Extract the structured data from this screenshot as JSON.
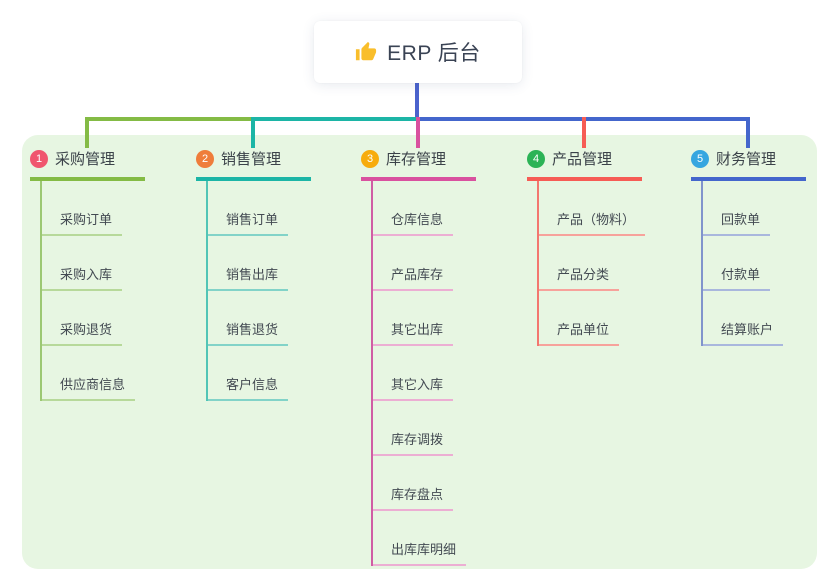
{
  "root": {
    "label": "ERP 后台",
    "icon": "thumbs-up",
    "icon_color": "#f9be2b"
  },
  "panel": {
    "background": "#e7f6e2"
  },
  "trunk": {
    "root_line_color": "#4b63cd"
  },
  "columns": [
    {
      "num": "1",
      "title": "采购管理",
      "badge_color": "#f0566e",
      "line_color": "#84bb45",
      "stem_color": "#9cc873",
      "item_line_color": "#b7d99a",
      "items": [
        "采购订单",
        "采购入库",
        "采购退货",
        "供应商信息"
      ]
    },
    {
      "num": "2",
      "title": "销售管理",
      "badge_color": "#ef7d3b",
      "line_color": "#1cb5a6",
      "stem_color": "#52c5b6",
      "item_line_color": "#82d3c8",
      "items": [
        "销售订单",
        "销售出库",
        "销售退货",
        "客户信息"
      ]
    },
    {
      "num": "3",
      "title": "库存管理",
      "badge_color": "#f7ac0d",
      "line_color": "#d9519f",
      "stem_color": "#d05da4",
      "item_line_color": "#ecaed3",
      "items": [
        "仓库信息",
        "产品库存",
        "其它出库",
        "其它入库",
        "库存调拨",
        "库存盘点",
        "出库库明细"
      ]
    },
    {
      "num": "4",
      "title": "产品管理",
      "badge_color": "#2cb356",
      "line_color": "#f65c55",
      "stem_color": "#f3776f",
      "item_line_color": "#f7a29b",
      "items": [
        "产品（物料）",
        "产品分类",
        "产品单位"
      ]
    },
    {
      "num": "5",
      "title": "财务管理",
      "badge_color": "#36a6e0",
      "line_color": "#4466cc",
      "stem_color": "#8194cc",
      "item_line_color": "#a9b7dd",
      "items": [
        "回款单",
        "付款单",
        "结算账户"
      ]
    }
  ]
}
